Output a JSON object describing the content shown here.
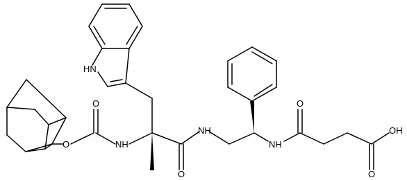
{
  "labels": {
    "nh_indole": "HN",
    "o_ester": "O",
    "o_carbamate": "O",
    "nh_carbamate": "NH",
    "o_amide1": "O",
    "nh_amide1": "NH",
    "nh_amide2": "NH",
    "o_amide2": "O",
    "oh_acid": "OH",
    "o_acid": "O"
  },
  "colors": {
    "bond": "#000000",
    "text": "#000000",
    "background": "#ffffff"
  }
}
